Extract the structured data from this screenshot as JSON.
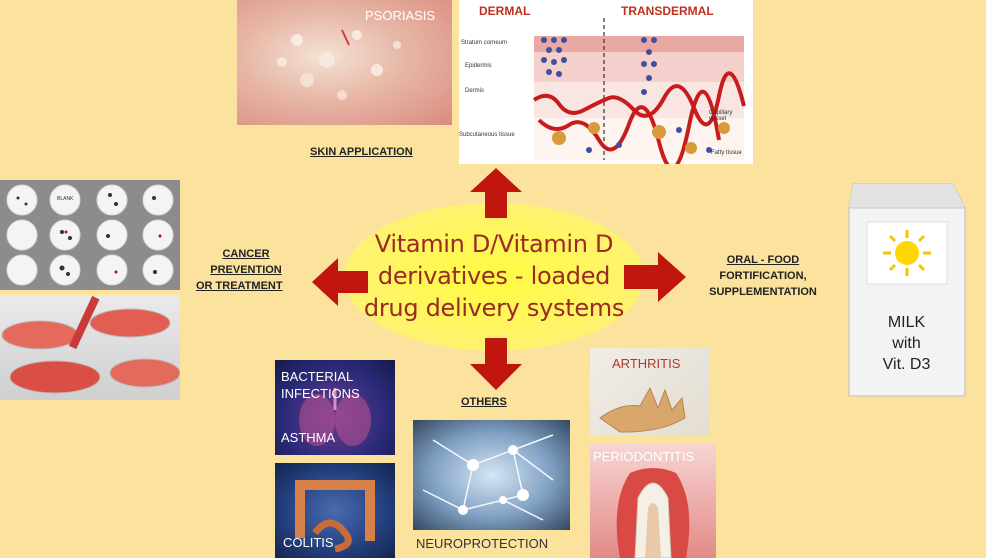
{
  "center": {
    "line1": "Vitamin D/Vitamin D",
    "line2": "derivatives - loaded",
    "line3": "drug delivery systems"
  },
  "skin": {
    "label": "SKIN APPLICATION",
    "psoriasis": "PSORIASIS",
    "dermal": "DERMAL",
    "transdermal": "TRANSDERMAL",
    "layers": [
      "Stratum corneum",
      "Epidermis",
      "Dermis",
      "Subcutaneous tissue"
    ],
    "capillary": "Capillary vessel",
    "fatty": "Fatty tissue"
  },
  "cancer": {
    "line1": "CANCER",
    "line2": "PREVENTION",
    "line3": "OR TREATMENT",
    "plate_labels": [
      "BLANK"
    ]
  },
  "oral": {
    "line1": "ORAL - FOOD",
    "line2": "FORTIFICATION,",
    "line3": "SUPPLEMENTATION",
    "milk1": "MILK",
    "milk2": "with",
    "milk3": "Vit. D3"
  },
  "others": {
    "label": "OTHERS",
    "bacterial1": "BACTERIAL",
    "bacterial2": "INFECTIONS",
    "asthma": "ASTHMA",
    "colitis": "COLITIS",
    "neuro": "NEUROPROTECTION",
    "arthritis": "ARTHRITIS",
    "periodontitis": "PERIODONTITIS"
  },
  "colors": {
    "background": "#fbe39d",
    "arrow": "#c0160e",
    "center_text": "#9a2a22",
    "ellipse": "#fff46a"
  }
}
